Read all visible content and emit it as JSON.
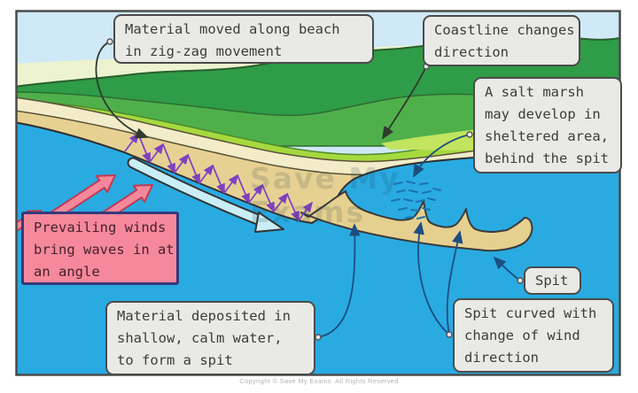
{
  "diagram": {
    "subject": "Formation of a spit (coastal landform)",
    "labels": {
      "material_moved": {
        "lines": [
          "Material moved along beach",
          "in zig-zag movement"
        ]
      },
      "coastline_changes": {
        "lines": [
          "Coastline changes",
          "direction"
        ]
      },
      "salt_marsh": {
        "lines": [
          "A salt marsh",
          "may develop in",
          "sheltered area,",
          "behind the spit"
        ]
      },
      "prevailing_winds": {
        "lines": [
          "Prevailing winds",
          "bring waves in at",
          "an angle"
        ]
      },
      "material_deposited": {
        "lines": [
          "Material deposited in",
          "shallow, calm water,",
          "to form a spit"
        ]
      },
      "spit": {
        "lines": [
          "Spit"
        ]
      },
      "spit_curved": {
        "lines": [
          "Spit curved with",
          "change of wind",
          "direction"
        ]
      }
    },
    "watermark": {
      "line1": "Save My",
      "line2": "Exams"
    },
    "footer": "Copyright © Save My Exams. All Rights Reserved",
    "colors": {
      "sky": "#cfe9f6",
      "sea": "#29abe2",
      "hill_dark_green": "#2f9c47",
      "hill_mid_green": "#4fb04b",
      "hill_light_green": "#a6d93e",
      "sand_pale": "#f2ecc9",
      "sand_tan": "#e6d193",
      "label_bg": "#e9e9e6",
      "label_border": "#4b4b4b",
      "wind_label_pink": "#f5899b",
      "wind_arrow_pink": "#f5889b",
      "wind_arrow_outline": "#c13a52",
      "zigzag_purple": "#8040c0",
      "drift_arrow_cyan": "#c9eef6",
      "pointer_dark": "#2e3b2e",
      "pointer_blue": "#1d4e80",
      "marsh_mark_blue": "#1b74ad"
    }
  }
}
